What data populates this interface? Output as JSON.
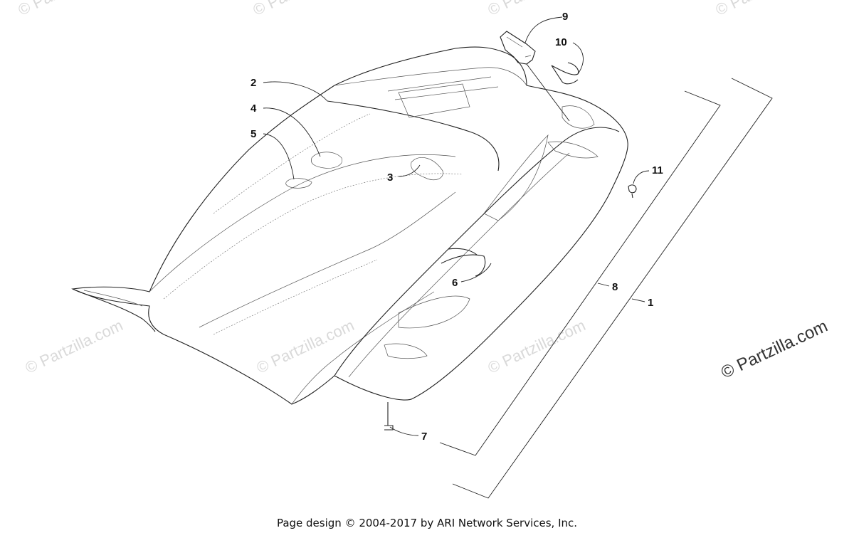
{
  "callouts": [
    "1",
    "2",
    "3",
    "4",
    "5",
    "6",
    "7",
    "8",
    "9",
    "10",
    "11"
  ],
  "watermarks": {
    "small": "© Partzilla.com",
    "big": "© Partzilla.com"
  },
  "footer": "Page design © 2004-2017 by ARI Network Services, Inc."
}
